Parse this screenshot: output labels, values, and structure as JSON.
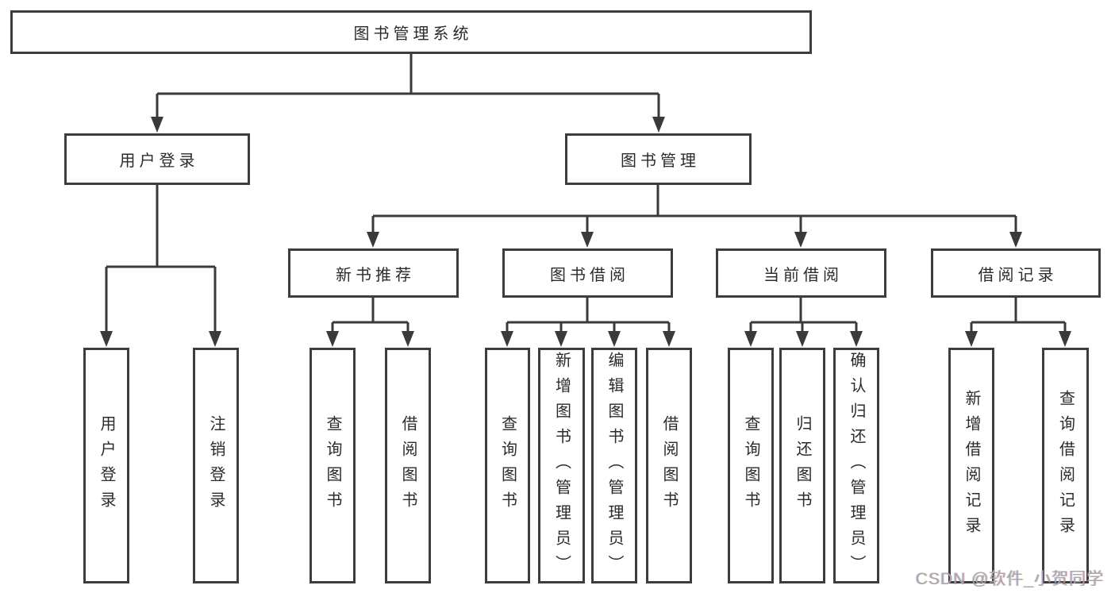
{
  "diagram": {
    "root": {
      "label": "图书管理系统"
    },
    "branches": [
      {
        "label": "用户登录",
        "children": [
          {
            "label": "用户登录"
          },
          {
            "label": "注销登录"
          }
        ]
      },
      {
        "label": "图书管理",
        "children": [
          {
            "label": "新书推荐",
            "children": [
              {
                "label": "查询图书"
              },
              {
                "label": "借阅图书"
              }
            ]
          },
          {
            "label": "图书借阅",
            "children": [
              {
                "label": "查询图书"
              },
              {
                "label": "新增图书（管理员）"
              },
              {
                "label": "编辑图书（管理员）"
              },
              {
                "label": "借阅图书"
              }
            ]
          },
          {
            "label": "当前借阅",
            "children": [
              {
                "label": "查询图书"
              },
              {
                "label": "归还图书"
              },
              {
                "label": "确认归还（管理员）"
              }
            ]
          },
          {
            "label": "借阅记录",
            "children": [
              {
                "label": "新增借阅记录"
              },
              {
                "label": "查询借阅记录"
              }
            ]
          }
        ]
      }
    ]
  },
  "watermark": {
    "text": "CSDN @软件_小贺同学"
  },
  "colors": {
    "line": "#3a3a3a",
    "border": "#3d3d3d",
    "text": "#2b2b2b",
    "watermark": "#a8a8a8",
    "background": "#ffffff"
  }
}
